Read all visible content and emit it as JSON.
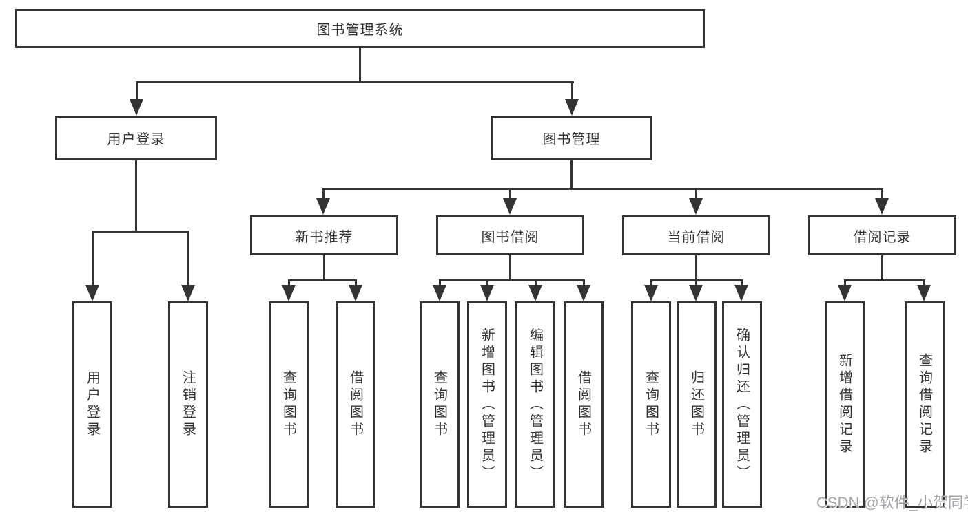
{
  "diagram": {
    "type": "hierarchy-tree",
    "root": {
      "label": "图书管理系统",
      "children": [
        {
          "label": "用户登录",
          "children": [
            {
              "label": "用户登录"
            },
            {
              "label": "注销登录"
            }
          ]
        },
        {
          "label": "图书管理",
          "children": [
            {
              "label": "新书推荐",
              "children": [
                {
                  "label": "查询图书"
                },
                {
                  "label": "借阅图书"
                }
              ]
            },
            {
              "label": "图书借阅",
              "children": [
                {
                  "label": "查询图书"
                },
                {
                  "label": "新增图书（管理员）"
                },
                {
                  "label": "编辑图书（管理员）"
                },
                {
                  "label": "借阅图书"
                }
              ]
            },
            {
              "label": "当前借阅",
              "children": [
                {
                  "label": "查询图书"
                },
                {
                  "label": "归还图书"
                },
                {
                  "label": "确认归还（管理员）"
                }
              ]
            },
            {
              "label": "借阅记录",
              "children": [
                {
                  "label": "新增借阅记录"
                },
                {
                  "label": "查询借阅记录"
                }
              ]
            }
          ]
        }
      ]
    }
  },
  "watermark": {
    "text": "CSDN @软件_小贺同学"
  },
  "colors": {
    "line": "#333333",
    "text": "#333333",
    "background": "#ffffff",
    "watermark": "#a3a6aa"
  }
}
